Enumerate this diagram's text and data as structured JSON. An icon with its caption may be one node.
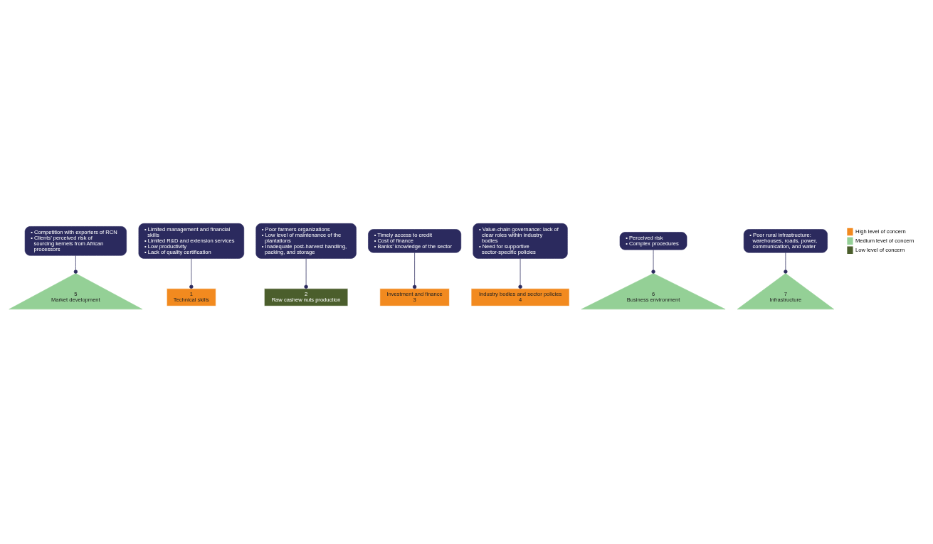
{
  "diagram": {
    "nodes": [
      {
        "text": [
          "• Competition with exporters of RCN",
          "• Clients’ perceived risk of sourcing kernels from African processors"
        ]
      },
      {
        "text": [
          "5",
          "Market development"
        ]
      },
      {
        "text": [
          "• Limited management and financial skills",
          "• Limited R&D and extension services",
          "• Low productivity",
          "• Lack of quality certification"
        ]
      },
      {
        "text": [
          "• Poor farmers organizations",
          "• Low level of maintenance of the plantations",
          "• Inadequate post-harvest handling, packing, and storage"
        ]
      },
      {
        "text": [
          "1",
          "Technical skills"
        ]
      },
      {
        "text": [
          "2",
          "Raw cashew nuts production"
        ]
      },
      {
        "text": [
          "• Timely access to credit",
          "• Cost of finance",
          "• Banks' knowledge of the sector"
        ]
      },
      {
        "text": [
          "• Value-chain governance: lack of clear roles within industry bodies",
          "• Need for supportive sector-specific policies"
        ]
      },
      {
        "text": [
          "• Perceived risk",
          "• Complex procedures"
        ]
      },
      {
        "text": [
          "Investment and finance",
          "3"
        ]
      },
      {
        "text": [
          "Industry bodies and sector policies",
          "4"
        ]
      },
      {
        "text": [
          "• Poor rural infrastructure: warehouses, roads, power, communication, and water"
        ]
      },
      {
        "text": [
          "6",
          "Business environment"
        ]
      },
      {
        "text": [
          "7",
          "Infrastructure"
        ]
      }
    ],
    "edges": [
      {
        "from": 0,
        "to": 1,
        "arrow": "other"
      },
      {
        "from": 2,
        "to": 4,
        "arrow": "other"
      },
      {
        "from": 3,
        "to": 5,
        "arrow": "other"
      },
      {
        "from": 6,
        "to": 9,
        "arrow": "other"
      },
      {
        "from": 7,
        "to": 10,
        "arrow": "other"
      },
      {
        "from": 8,
        "to": 12,
        "arrow": "other"
      },
      {
        "from": 11,
        "to": 13,
        "arrow": "other"
      }
    ],
    "legend": [
      {
        "text": "High level of concern",
        "color": "#f28a1f"
      },
      {
        "text": "Medium level of concern",
        "color": "#94d096"
      },
      {
        "text": "Low level of concern",
        "color": "#4b5e2c"
      }
    ]
  }
}
